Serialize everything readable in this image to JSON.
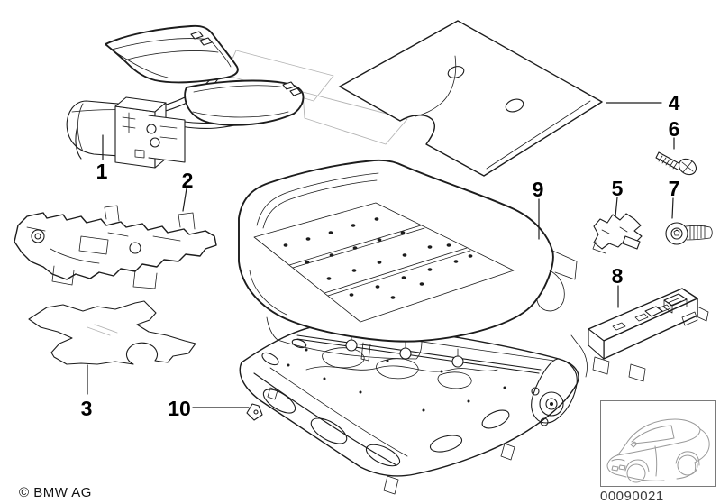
{
  "diagram": {
    "callouts": [
      {
        "number": "1"
      },
      {
        "number": "2"
      },
      {
        "number": "3"
      },
      {
        "number": "4"
      },
      {
        "number": "5"
      },
      {
        "number": "6"
      },
      {
        "number": "7"
      },
      {
        "number": "8"
      },
      {
        "number": "9"
      },
      {
        "number": "10"
      }
    ],
    "footer": {
      "copyright": "© BMW AG",
      "image_number": "00090021"
    },
    "thumbnail": {
      "icon": "bmw-car-sketch-icon"
    },
    "colors": {
      "bg": "#ffffff",
      "line": "#1c1c1c",
      "ghost": "#b3b3b3",
      "label": "#000000",
      "frame-border": "#7a7a7a",
      "thumb": "#999999"
    }
  }
}
